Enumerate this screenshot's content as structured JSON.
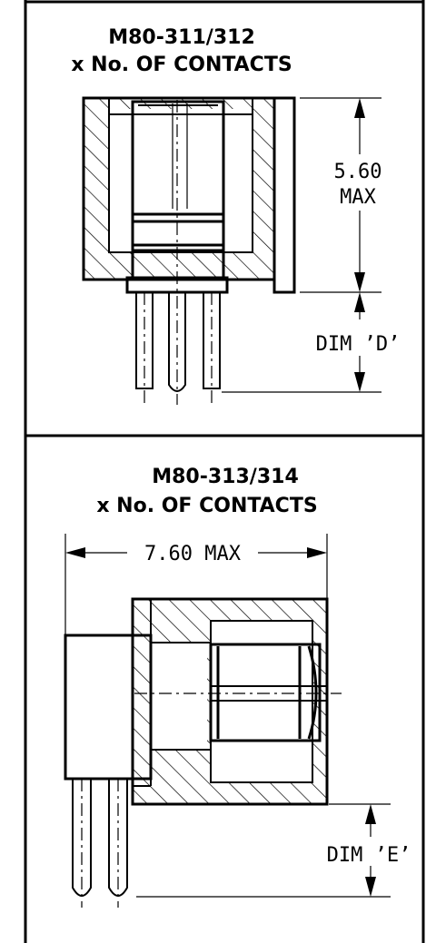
{
  "top_view": {
    "title_line1": "M80-311/312",
    "title_line2": "x No. OF CONTACTS",
    "dim_height_value": "5.60",
    "dim_height_suffix": "MAX",
    "dim_pin_label": "DIM ’D’"
  },
  "bottom_view": {
    "title_line1": "M80-313/314",
    "title_line2": "x No. OF CONTACTS",
    "dim_width_label": "7.60 MAX",
    "dim_pin_label": "DIM ’E’"
  }
}
